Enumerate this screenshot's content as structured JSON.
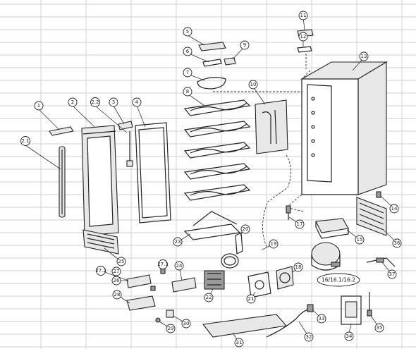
{
  "callouts": [
    {
      "id": "c1",
      "label": "1"
    },
    {
      "id": "c2",
      "label": "2"
    },
    {
      "id": "c2_1",
      "label": "2.1"
    },
    {
      "id": "c2_2",
      "label": "2.2"
    },
    {
      "id": "c3",
      "label": "3"
    },
    {
      "id": "c4",
      "label": "4"
    },
    {
      "id": "c5",
      "label": "5"
    },
    {
      "id": "c6",
      "label": "6"
    },
    {
      "id": "c7",
      "label": "7"
    },
    {
      "id": "c8",
      "label": "8"
    },
    {
      "id": "c9",
      "label": "9"
    },
    {
      "id": "c10",
      "label": "10"
    },
    {
      "id": "c11",
      "label": "11"
    },
    {
      "id": "c12",
      "label": "12"
    },
    {
      "id": "c13",
      "label": "13"
    },
    {
      "id": "c14",
      "label": "14"
    },
    {
      "id": "c15",
      "label": "15"
    },
    {
      "id": "c17",
      "label": "17"
    },
    {
      "id": "c18",
      "label": "18"
    },
    {
      "id": "c19",
      "label": "19"
    },
    {
      "id": "c20",
      "label": "20"
    },
    {
      "id": "c21",
      "label": "21"
    },
    {
      "id": "c22",
      "label": "22"
    },
    {
      "id": "c23",
      "label": "23"
    },
    {
      "id": "c24",
      "label": "24"
    },
    {
      "id": "c25",
      "label": "25"
    },
    {
      "id": "c26",
      "label": "26"
    },
    {
      "id": "c27",
      "label": "27"
    },
    {
      "id": "c27_1",
      "label": "27.1"
    },
    {
      "id": "c27_2",
      "label": "27.2"
    },
    {
      "id": "c28",
      "label": "28"
    },
    {
      "id": "c29",
      "label": "29"
    },
    {
      "id": "c30",
      "label": "30"
    },
    {
      "id": "c31",
      "label": "31"
    },
    {
      "id": "c32",
      "label": "32"
    },
    {
      "id": "c33",
      "label": "33"
    },
    {
      "id": "c34",
      "label": "34"
    },
    {
      "id": "c35",
      "label": "35"
    },
    {
      "id": "c36",
      "label": "36"
    },
    {
      "id": "c37",
      "label": "37"
    }
  ],
  "compressor_label": "16/16.1/16.2"
}
